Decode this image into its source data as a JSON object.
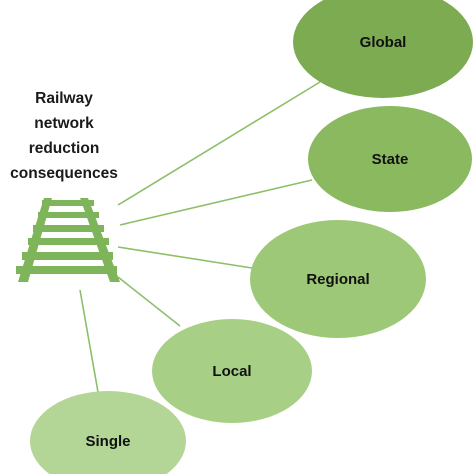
{
  "title_lines": [
    "Railway",
    "network",
    "reduction",
    "consequences"
  ],
  "nodes": [
    {
      "id": "global",
      "label": "Global",
      "fill": "#7cab52"
    },
    {
      "id": "state",
      "label": "State",
      "fill": "#8ab95f"
    },
    {
      "id": "regional",
      "label": "Regional",
      "fill": "#9cc877"
    },
    {
      "id": "local",
      "label": "Local",
      "fill": "#a8cf86"
    },
    {
      "id": "single",
      "label": "Single",
      "fill": "#b3d595"
    }
  ],
  "colors": {
    "track": "#7eb55a",
    "connector": "#8dbf6a"
  }
}
